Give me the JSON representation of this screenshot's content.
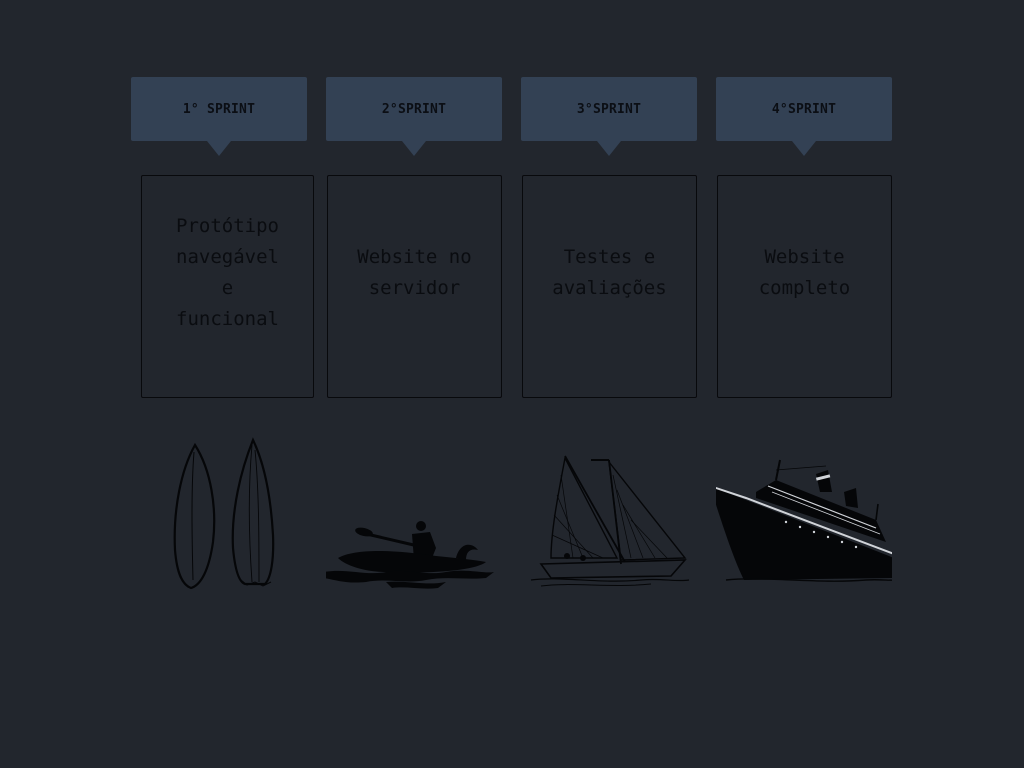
{
  "sprints": [
    {
      "label": "1° SPRINT",
      "description": "Protótipo\nnavegável\ne\nfuncional",
      "illustration": "surfboards-icon"
    },
    {
      "label": "2°SPRINT",
      "description": "Website no\nservidor",
      "illustration": "kayak-icon"
    },
    {
      "label": "3°SPRINT",
      "description": "Testes e\navaliações",
      "illustration": "sailboat-icon"
    },
    {
      "label": "4°SPRINT",
      "description": "Website\ncompleto",
      "illustration": "ocean-liner-icon"
    }
  ],
  "colors": {
    "background": "#22262d",
    "header": "#334154",
    "text": "#0a0c10"
  }
}
